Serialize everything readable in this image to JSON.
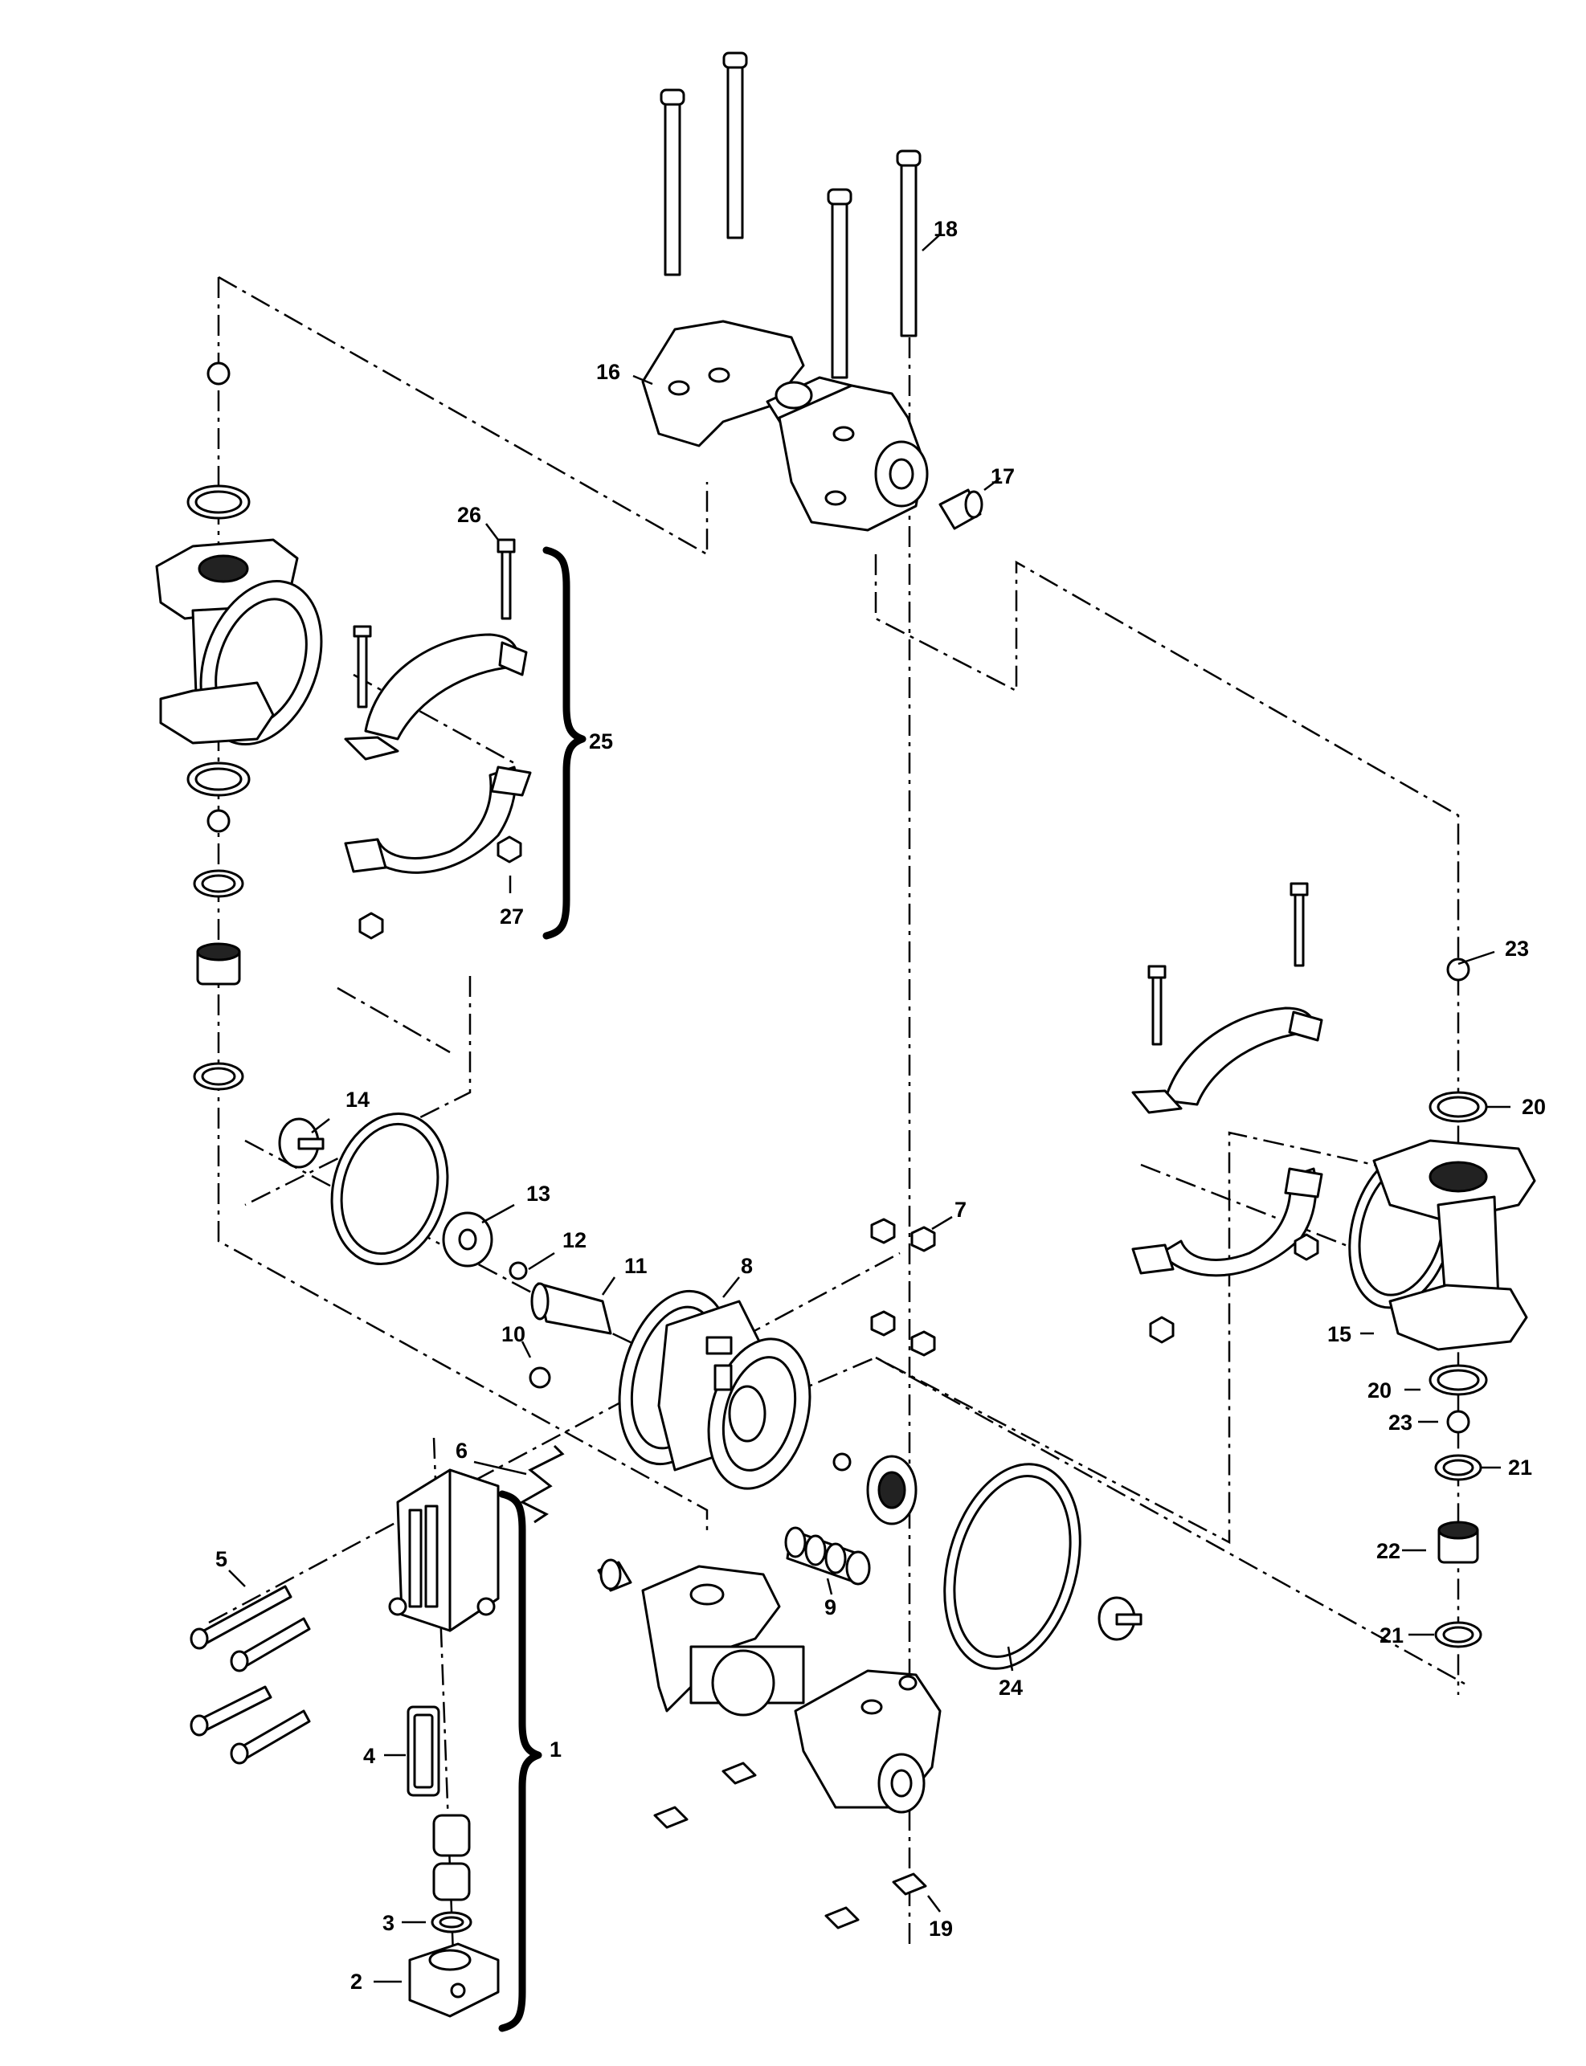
{
  "diagram": {
    "part_numbers": [
      "1",
      "2",
      "3",
      "4",
      "5",
      "6",
      "7",
      "8",
      "9",
      "10",
      "11",
      "12",
      "13",
      "14",
      "15",
      "16",
      "17",
      "18",
      "19",
      "20",
      "20",
      "21",
      "21",
      "22",
      "23",
      "23",
      "24",
      "25",
      "26",
      "27"
    ]
  },
  "labels": {
    "p1": "1",
    "p2": "2",
    "p3": "3",
    "p4": "4",
    "p5": "5",
    "p6": "6",
    "p7": "7",
    "p8": "8",
    "p9": "9",
    "p10": "10",
    "p11": "11",
    "p12": "12",
    "p13": "13",
    "p14": "14",
    "p15": "15",
    "p16": "16",
    "p17": "17",
    "p18": "18",
    "p19": "19",
    "p20a": "20",
    "p20b": "20",
    "p21a": "21",
    "p21b": "21",
    "p22": "22",
    "p23a": "23",
    "p23b": "23",
    "p24": "24",
    "p25": "25",
    "p26": "26",
    "p27": "27"
  },
  "colors": {
    "ink": "#000000",
    "paper": "#ffffff"
  }
}
